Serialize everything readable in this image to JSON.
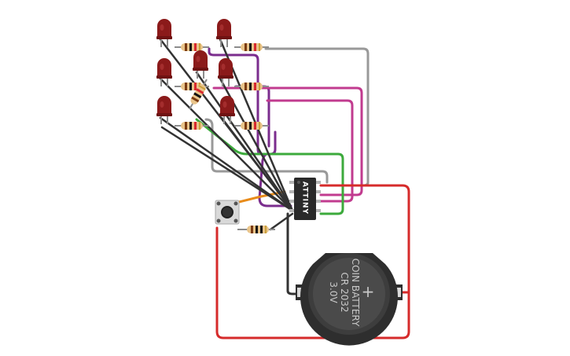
{
  "chip": {
    "label": "ATTINY"
  },
  "battery": {
    "line1": "COIN BATTERY",
    "line2": "CR 2032",
    "line3": "3.0V",
    "plus": "+"
  },
  "colors": {
    "wire_black": "#333333",
    "wire_gray": "#999999",
    "wire_purple": "#7b2d8e",
    "wire_magenta": "#c13b8f",
    "wire_green": "#3caa3c",
    "wire_red": "#d62b2b",
    "wire_orange": "#e88b1a",
    "led_red": "#8b1a1a",
    "resistor_body": "#e9c48a",
    "chip_body": "#2a2a2a",
    "battery_body": "#3a3a3a"
  }
}
